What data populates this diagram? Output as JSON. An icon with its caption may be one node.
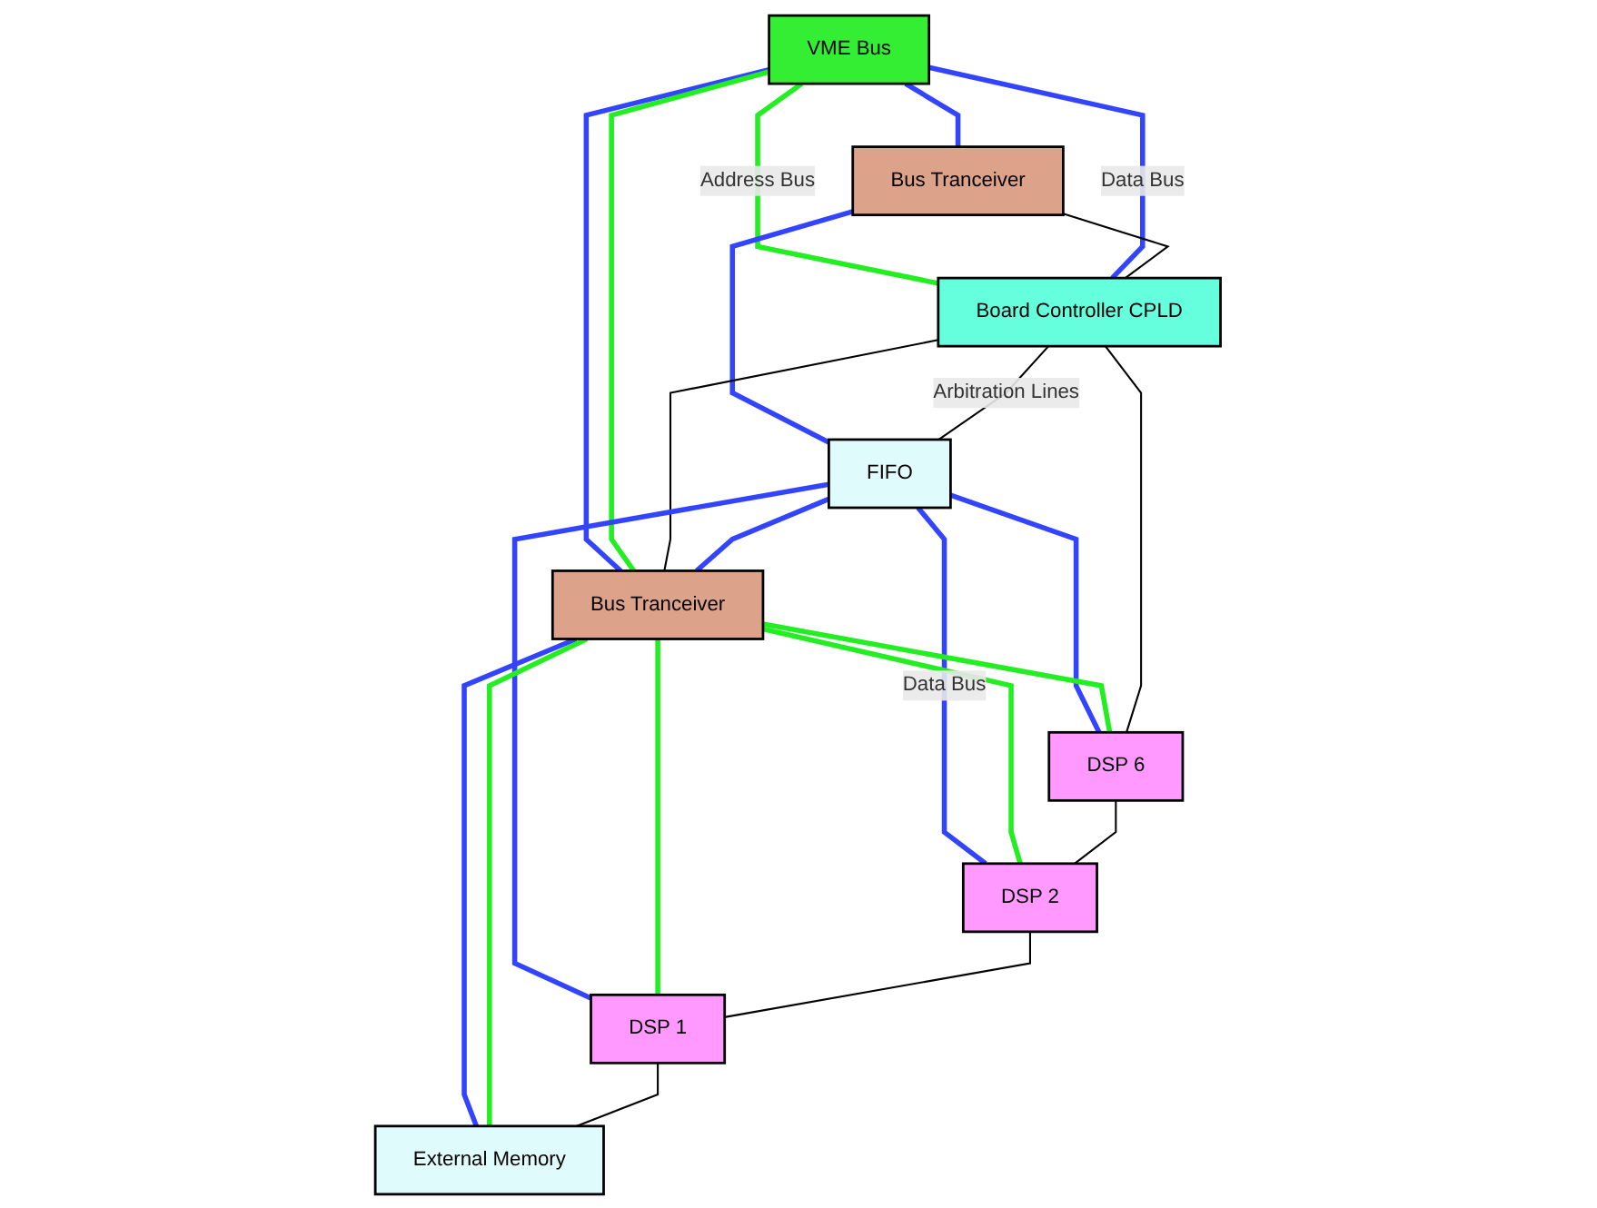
{
  "diagram": {
    "nodes": [
      {
        "text": [
          "VME Bus"
        ]
      },
      {
        "text": [
          "Bus Tranceiver"
        ]
      },
      {
        "text": [
          "Board Controller CPLD"
        ]
      },
      {
        "text": [
          "FIFO"
        ]
      },
      {
        "text": [
          "Bus Tranceiver"
        ]
      },
      {
        "text": [
          "DSP 6"
        ]
      },
      {
        "text": [
          "DSP 2"
        ]
      },
      {
        "text": [
          "DSP 1"
        ]
      },
      {
        "text": [
          "External Memory"
        ]
      }
    ],
    "edges": [
      {
        "from": 0,
        "to": 2,
        "arrow": "none",
        "label": "Address Bus",
        "color": "#22ee22"
      },
      {
        "from": 0,
        "to": 2,
        "arrow": "none",
        "label": "Data Bus"
      },
      {
        "from": 0,
        "to": 1,
        "arrow": "none"
      },
      {
        "from": 0,
        "to": 4,
        "arrow": "none"
      },
      {
        "from": 0,
        "to": 4,
        "arrow": "none",
        "color": "#22ee22"
      },
      {
        "from": 1,
        "to": 3,
        "arrow": "none"
      },
      {
        "from": 1,
        "to": 2,
        "arrow": "none",
        "color": "#000000"
      },
      {
        "from": 2,
        "to": 3,
        "arrow": "none",
        "label": "Arbitration Lines",
        "color": "#000000"
      },
      {
        "from": 2,
        "to": 4,
        "arrow": "none",
        "color": "#000000"
      },
      {
        "from": 3,
        "to": 5,
        "arrow": "none"
      },
      {
        "from": 3,
        "to": 6,
        "arrow": "none",
        "label": "Data Bus"
      },
      {
        "from": 3,
        "to": 7,
        "arrow": "none"
      },
      {
        "from": 3,
        "to": 4,
        "arrow": "none"
      },
      {
        "from": 4,
        "to": 8,
        "arrow": "none"
      },
      {
        "from": 4,
        "to": 7,
        "arrow": "none",
        "color": "#22ee22"
      },
      {
        "from": 4,
        "to": 6,
        "arrow": "none",
        "color": "#22ee22"
      },
      {
        "from": 4,
        "to": 5,
        "arrow": "none",
        "color": "#22ee22"
      },
      {
        "from": 4,
        "to": 8,
        "arrow": "none",
        "color": "#22ee22"
      },
      {
        "from": 2,
        "to": 5,
        "arrow": "none",
        "color": "#000000"
      },
      {
        "from": 5,
        "to": 6,
        "arrow": "none",
        "color": "#000000"
      },
      {
        "from": 6,
        "to": 7,
        "arrow": "none",
        "color": "#000000"
      },
      {
        "from": 7,
        "to": 8,
        "arrow": "none",
        "color": "#000000"
      }
    ]
  }
}
